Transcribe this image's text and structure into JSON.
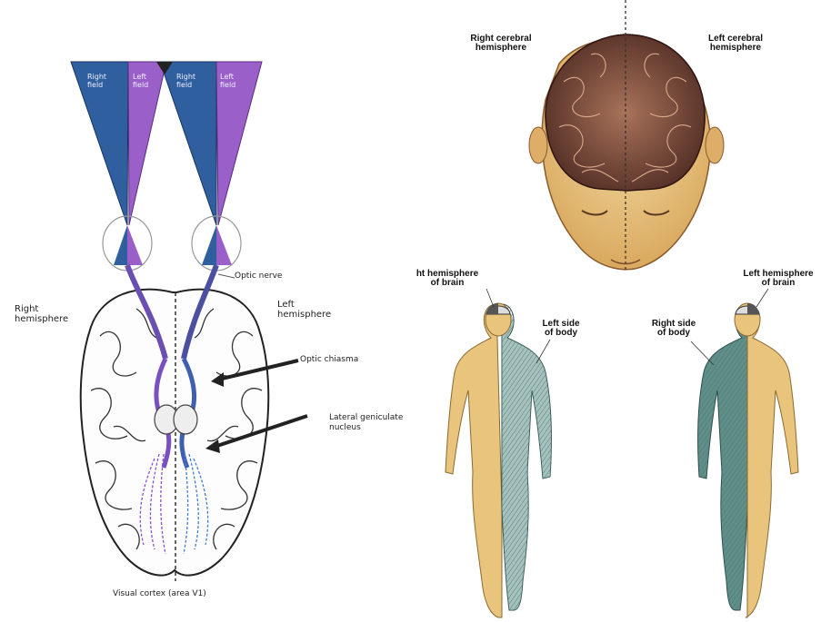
{
  "visual_pathway": {
    "fields": [
      {
        "line1": "Right",
        "line2": "field"
      },
      {
        "line1": "Left",
        "line2": "field"
      },
      {
        "line1": "Right",
        "line2": "field"
      },
      {
        "line1": "Left",
        "line2": "field"
      }
    ],
    "optic_nerve": "Optic nerve",
    "right_hemisphere": {
      "line1": "Right",
      "line2": "hemisphere"
    },
    "left_hemisphere": {
      "line1": "Left",
      "line2": "hemisphere"
    },
    "optic_chiasma": "Optic chiasma",
    "lgn": {
      "line1": "Lateral geniculate",
      "line2": "nucleus"
    },
    "visual_cortex": "Visual cortex (area V1)",
    "colors": {
      "right_field": "#2f5f9e",
      "left_field": "#9a5fc8"
    }
  },
  "head": {
    "right_cerebral": {
      "line1": "Right cerebral",
      "line2": "hemisphere"
    },
    "left_cerebral": {
      "line1": "Left cerebral",
      "line2": "hemisphere"
    }
  },
  "bodies": {
    "right_hemisphere_brain": {
      "line1": "ht hemisphere",
      "line2": "of brain"
    },
    "left_side_body": {
      "line1": "Left side",
      "line2": "of body"
    },
    "right_side_body": {
      "line1": "Right side",
      "line2": "of body"
    },
    "left_hemisphere_brain": {
      "line1": "Left hemisphere",
      "line2": "of brain"
    },
    "colors": {
      "skin": "#e8c47c",
      "shaded": "#5f8f88"
    }
  }
}
